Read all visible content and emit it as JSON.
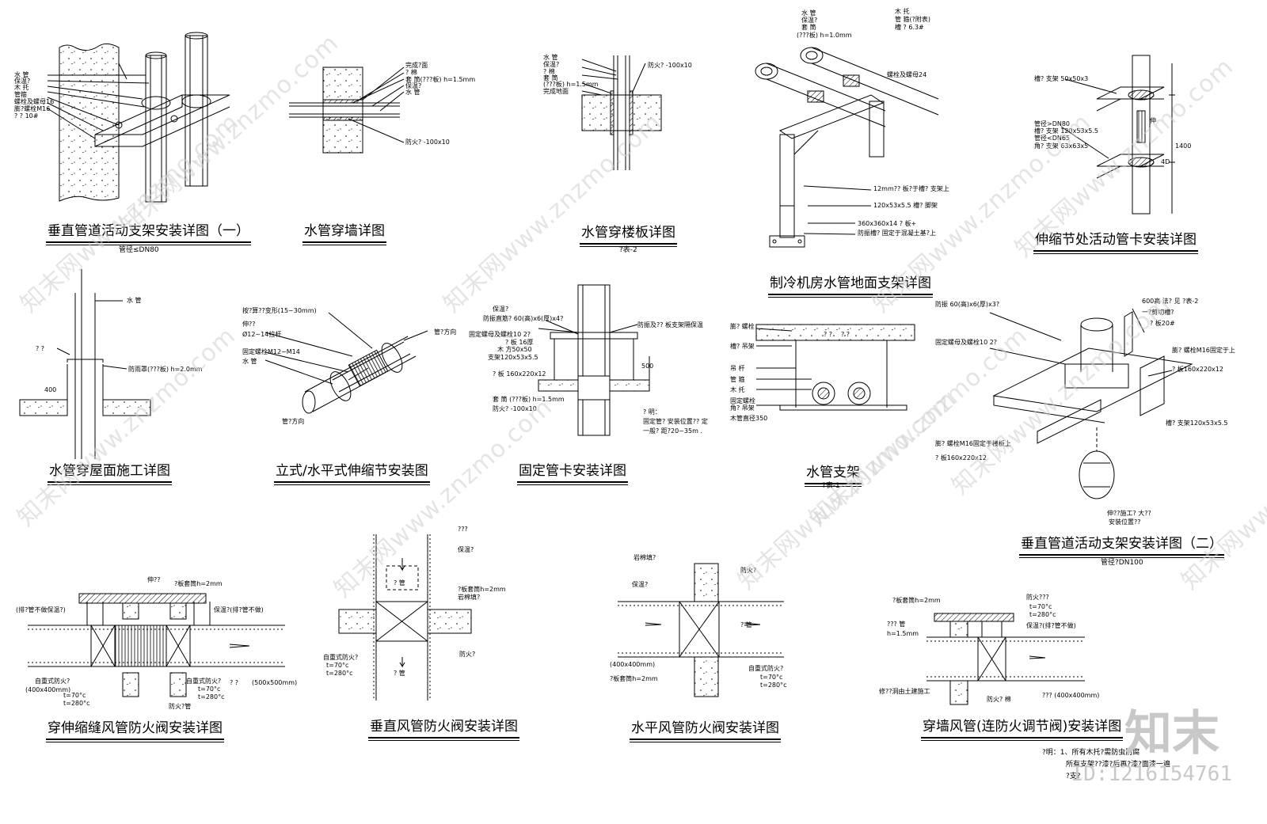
{
  "titles": {
    "d1": "垂直管道活动支架安装详图（一）",
    "d2": "水管穿墙详图",
    "d3": "水管穿楼板详图",
    "d4": "制冷机房水管地面支架详图",
    "d5": "伸缩节处活动管卡安装详图",
    "d6": "水管穿屋面施工详图",
    "d7": "立式/水平式伸缩节安装图",
    "d8": "固定管卡安装详图",
    "d9": "水管支架",
    "d10": "垂直管道活动支架安装详图（二）",
    "d11": "穿伸缩缝风管防火阀安装详图",
    "d12": "垂直风管防火阀安装详图",
    "d13": "水平风管防火阀安装详图",
    "d14": "穿墙风管(连防火调节阀)安装详图"
  },
  "subtitles": {
    "d1": "管径≤DN80",
    "d3": "?表-2",
    "d9": "?表-1",
    "d10": "管径?DN100"
  },
  "labels": {
    "d1": [
      "水 管",
      "保温?",
      "木 托",
      "管箍",
      "螺栓及螺母16",
      "膨?螺栓M16",
      "?  ? 10#"
    ],
    "d2": [
      "完成?面",
      "? 棉",
      "套 筒(???板) h=1.5mm",
      "保温?",
      "水 管",
      "防火? -100x10"
    ],
    "d3": [
      "水 管",
      "保温?",
      "? 棉",
      "套 筒",
      "(???板) h=1.5mm",
      "完成地面",
      "防火? -100x10"
    ],
    "d4": [
      "水 管",
      "保温?",
      "套 筒",
      "(???板) h=1.0mm",
      "木 托",
      "管 箍(?附表)",
      "槽 ?  6.3#",
      "螺栓及螺母24",
      "12mm?? 板?于槽? 支架上",
      "120x53x5.5  槽? 脚架",
      "360x360x14  ? 板+",
      "防振槽? 固定于混凝土基?上"
    ],
    "d5": [
      "槽? 支架 50x50x3",
      "管径>DN80",
      "槽? 支架 120x53x5.5",
      "管径<DN65",
      "角? 支架 63x63x5",
      "伸",
      "1400",
      "4D"
    ],
    "d6": [
      "水 管",
      "? ?",
      "防雨罩(???板) h=2.0mm",
      "400"
    ],
    "d7": [
      "按?算??变形(15~30mm)",
      "伸??",
      "Ø12~14拉杆",
      "固定螺栓M12~M14",
      "水 管",
      "管?方向",
      "管?方向"
    ],
    "d8": [
      "保温?",
      "防振直筋? 60(高)x6(厚)x4?",
      "固定螺母及螺栓10  2?",
      "? 板 16厚",
      "木 方50x50",
      "支架120x53x5.5",
      "防振及?? 板支架隔保温",
      "? 板 160x220x12",
      "套 筒 (???板) h=1.5mm",
      "防火? -100x10",
      "500",
      "? 明：",
      "固定管? 安装位置?? 定",
      "一般? 距?20~35m ."
    ],
    "d9": [
      "膨? 螺栓",
      "槽? 吊架",
      "吊 杆",
      "管 箍",
      "木 托",
      "固定螺栓",
      "角? 吊架",
      "木管直径350",
      "?    ?",
      "?    ?"
    ],
    "d10": [
      "防振 60(高)x6(厚)x3?",
      "600高 法? 见 ?表-2",
      "一?剪切槽?",
      "? 板20#",
      "固定螺母及螺栓10  2?",
      "膨? 螺栓M16固定于上",
      "? 板160x220x12",
      "槽? 支架120x53x5.5",
      "膨? 螺栓M16固定于楼板上",
      "? 板160x220x12",
      "伸??施工? 大??",
      "安装位置??"
    ],
    "d11": [
      "(排?管不做保温?)",
      "伸??",
      "?板套筒h=2mm",
      "保温?(排?管不做)",
      "自重式防火?",
      "(400x400mm)",
      "t=70°c",
      "t=280°c",
      "自重式防火?",
      "t=70°c",
      "t=280°c",
      "?  ?",
      "(500x500mm)",
      "防火?管"
    ],
    "d12": [
      "???",
      "保温?",
      "?板套筒h=2mm",
      "岩棉填?",
      "自重式防火?",
      "t=70°c",
      "t=280°c",
      "防火?",
      "? 管",
      "? 管"
    ],
    "d13": [
      "岩棉填?",
      "保温?",
      "防火?",
      "? 管",
      "(400x400mm)",
      "?板套筒h=2mm",
      "自重式防火?",
      "t=70°c",
      "t=280°c"
    ],
    "d14": [
      "?板套筒h=2mm",
      "??? 管",
      "h=1.5mm",
      "防火???",
      "t=70°c",
      "t=280°c",
      "保温?(排?管不做)",
      "修??洞由土建施工",
      "防火? 棉",
      "??? (400x400mm)"
    ]
  },
  "notes": {
    "bottom": [
      "?明：1、所有木托?需防虫防腐",
      "所有支架??漆?后再?漆?面漆一遍",
      "?支?"
    ]
  },
  "watermarks": [
    "知末网www.znzmo.com",
    "知末网www.znzmo.com",
    "知末网www.znzmo.com",
    "知末网www.znzmo.com",
    "知末网www.znzmo.com",
    "知末网www.znzmo.com",
    "知末网www.znzmo.com",
    "知末网www.znzmo.com",
    "知末网www.znzmo.com",
    "知末网www.znzmo.com",
    "知末网www.znzmo.com"
  ],
  "brand": {
    "logo": "知末",
    "id": "ID:1216154761"
  }
}
